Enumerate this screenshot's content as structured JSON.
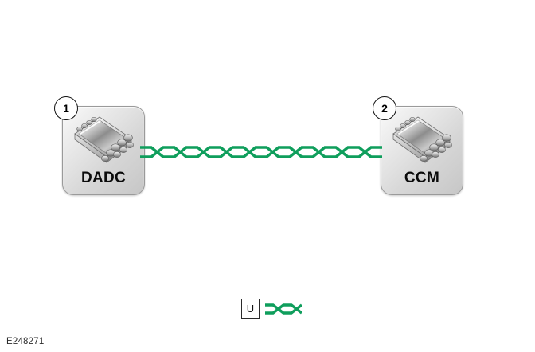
{
  "diagram": {
    "reference_code": "E248271",
    "background_color": "#ffffff",
    "harness_color": "#0f9e5c",
    "modules": [
      {
        "callout": "1",
        "label": "DADC",
        "icon": "integrated-circuit-chip-icon"
      },
      {
        "callout": "2",
        "label": "CCM",
        "icon": "integrated-circuit-chip-icon"
      }
    ],
    "connection": {
      "type": "twisted-pair",
      "icon": "twisted-pair-wire-icon",
      "color": "#0f9e5c",
      "crossings": 7
    },
    "legend": {
      "code": "U",
      "symbol": "twisted-pair-wire-icon",
      "symbol_color": "#0f9e5c"
    }
  }
}
